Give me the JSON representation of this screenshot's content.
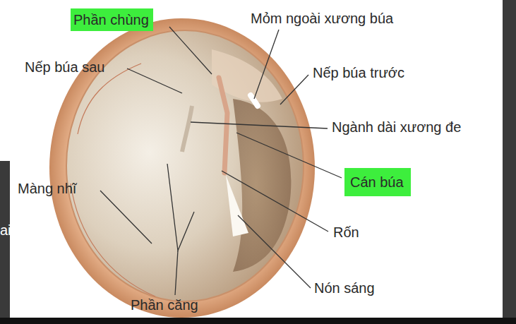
{
  "diagram": {
    "nodes": [
      {
        "text": [
          "Phần chùng"
        ]
      },
      {
        "text": [
          "Cán búa"
        ]
      }
    ],
    "labels": [
      "Mỏm ngoài xương búa",
      "Nếp búa sau",
      "Nếp búa trước",
      "Ngành dài xương đe",
      "Màng nhĩ",
      "ai",
      "Rốn",
      "Nón sáng",
      "Phần căng"
    ]
  }
}
